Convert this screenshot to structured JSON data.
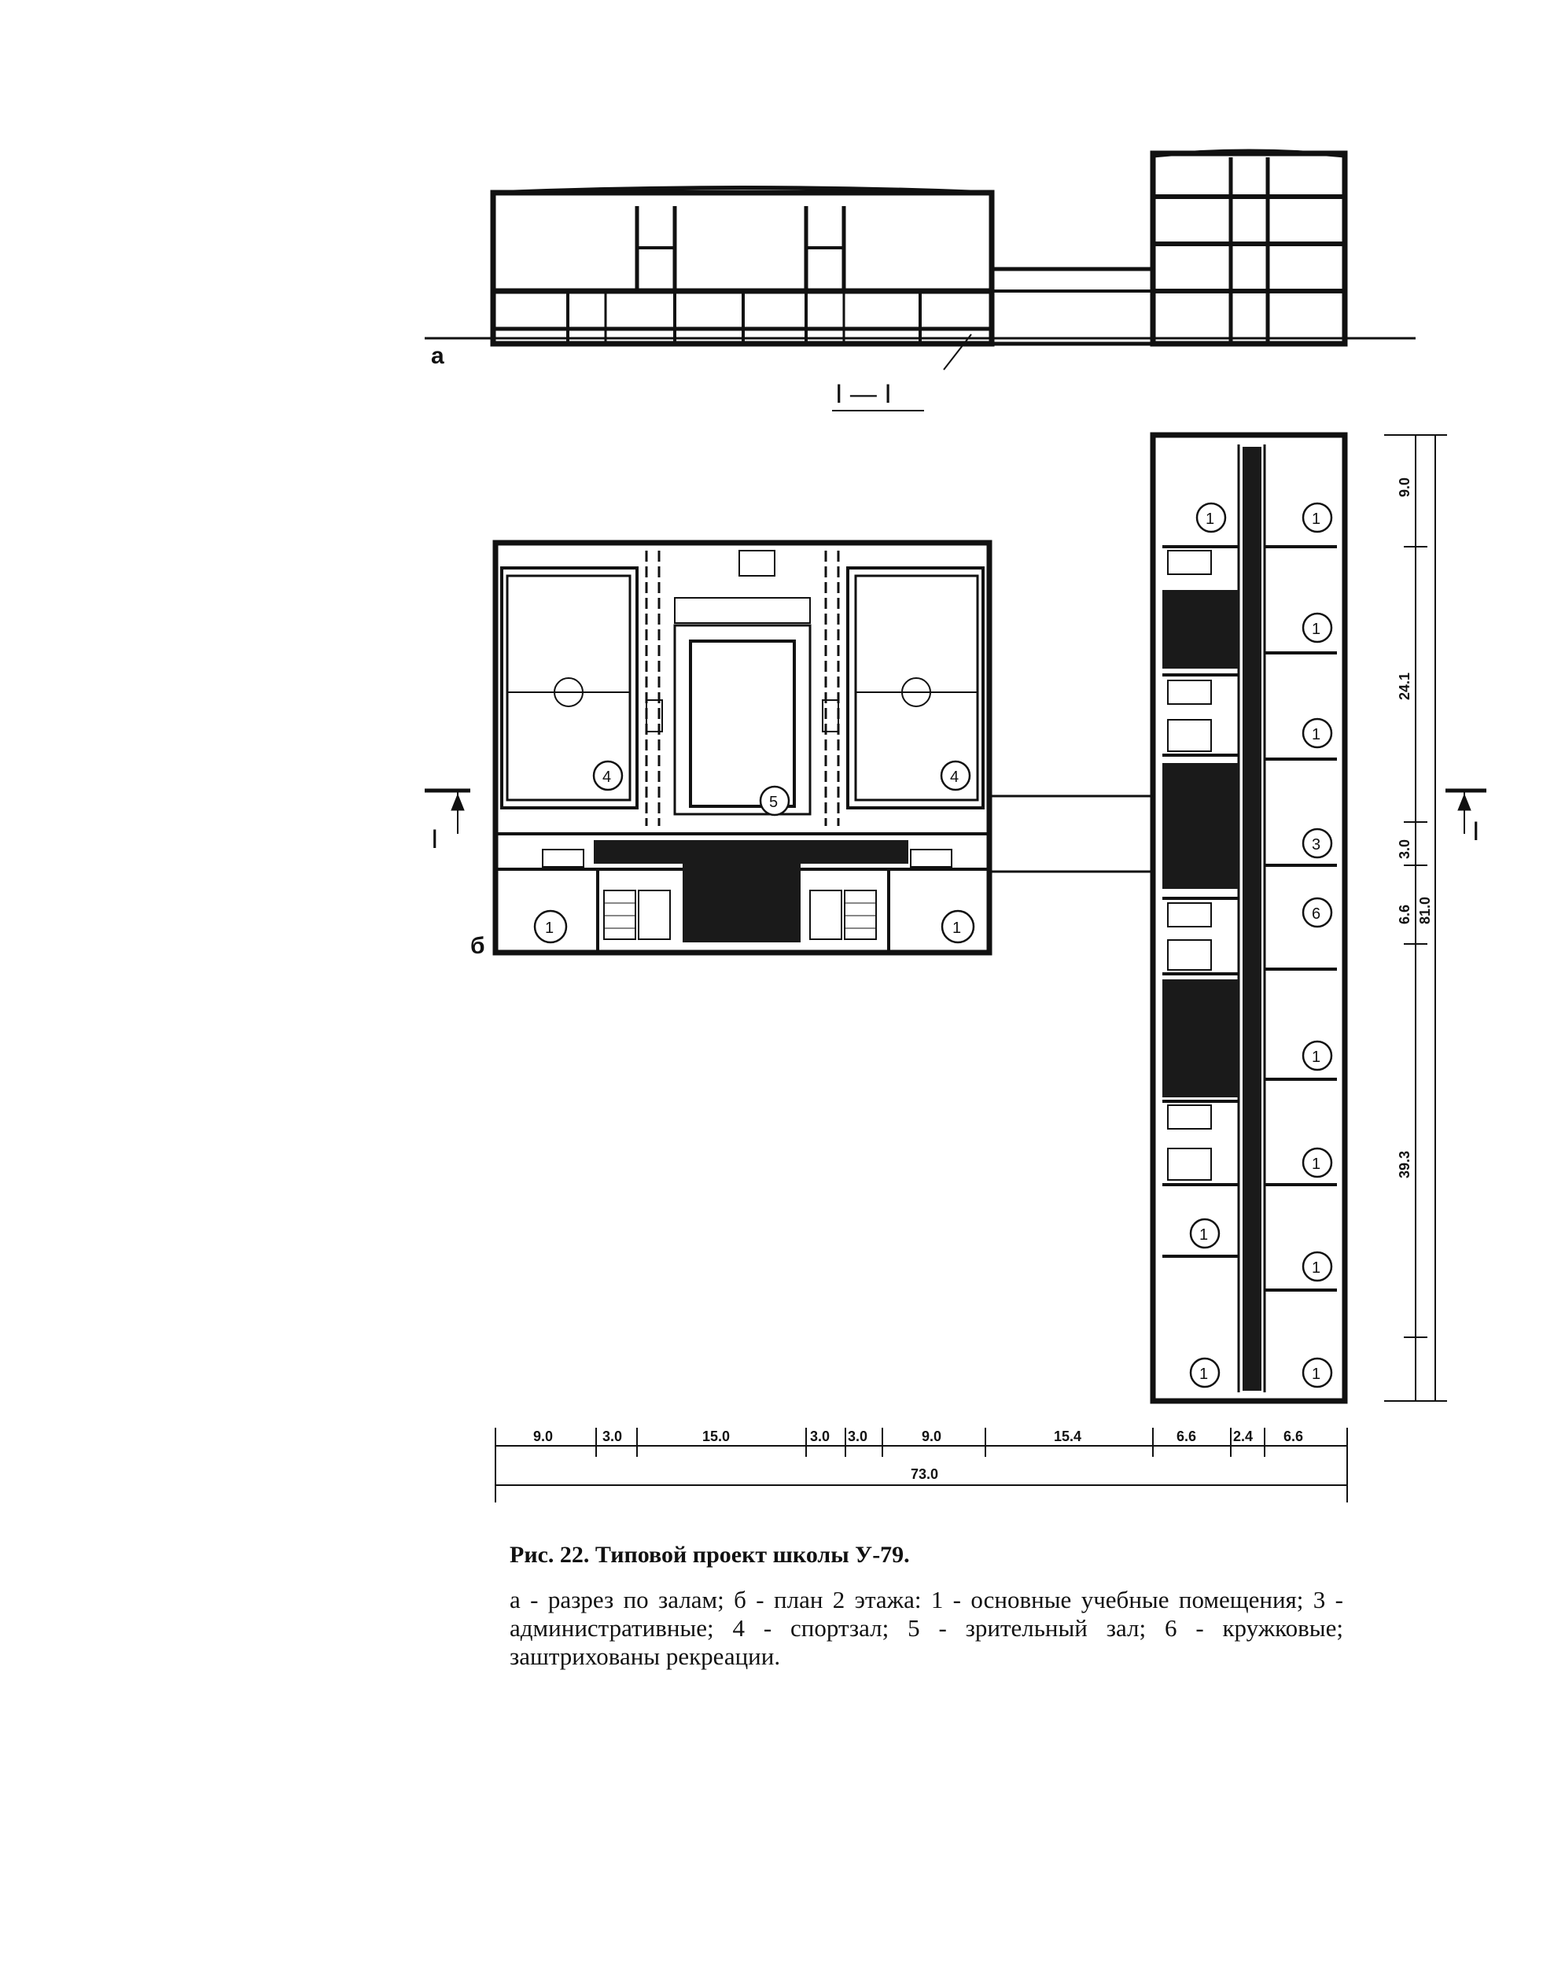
{
  "labels": {
    "section_letter": "а",
    "plan_letter": "б",
    "section_mark": "I — I",
    "cut_mark_left": "I",
    "cut_mark_right": "I"
  },
  "room_numbers": {
    "n1": "1",
    "n3": "3",
    "n4": "4",
    "n5": "5",
    "n6": "6"
  },
  "dimensions": {
    "bottom": [
      "9.0",
      "3.0",
      "15.0",
      "3.0",
      "3.0",
      "9.0",
      "15.4",
      "6.6",
      "2.4",
      "6.6"
    ],
    "bottom_total": "73.0",
    "right": [
      "9.0",
      "24.1",
      "3.0",
      "6.6",
      "39.3"
    ],
    "right_total": "81.0"
  },
  "caption": {
    "title": "Рис. 22. Типовой проект школы У-79.",
    "text": "а - разрез по залам; б - план 2 этажа: 1 - основные учебные помещения; 3 - административные; 4 - спортзал; 5 - зрительный зал; 6 - кружковые; заштрихованы рекреации."
  },
  "colors": {
    "ink": "#111111",
    "fill_dark": "#1a1a1a",
    "paper": "#ffffff"
  }
}
